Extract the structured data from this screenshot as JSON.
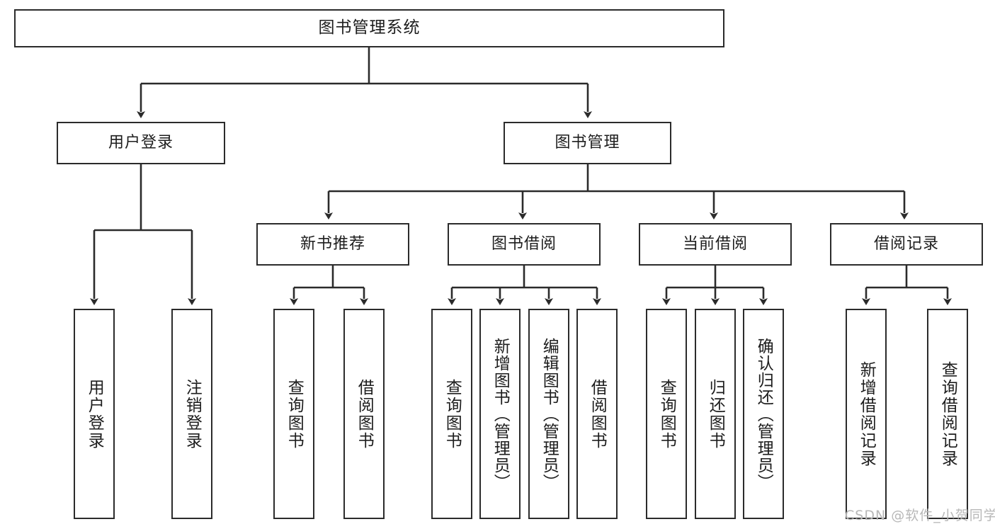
{
  "diagram": {
    "title": "图书管理系统",
    "type": "tree-hierarchy-chart",
    "orientation": "top-down",
    "watermark": "CSDN @软件_小贺同学",
    "colors": {
      "box_border": "#2b2b2b",
      "box_fill": "#ffffff",
      "edge": "#2b2b2b",
      "text": "#1d1d1d",
      "watermark": "#b8b8b8",
      "background": "#ffffff"
    }
  },
  "nodes": {
    "root": {
      "label": "图书管理系统"
    },
    "level1": [
      {
        "label": "用户登录"
      },
      {
        "label": "图书管理"
      }
    ],
    "level2": [
      {
        "label": "新书推荐"
      },
      {
        "label": "图书借阅"
      },
      {
        "label": "当前借阅"
      },
      {
        "label": "借阅记录"
      }
    ],
    "leaves": {
      "user_login": [
        {
          "label": "用户登录"
        },
        {
          "label": "注销登录"
        }
      ],
      "new_book_recommend": [
        {
          "label": "查询图书"
        },
        {
          "label": "借阅图书"
        }
      ],
      "book_borrow": [
        {
          "label": "查询图书"
        },
        {
          "label": "新增图书（管理员）"
        },
        {
          "label": "编辑图书（管理员）"
        },
        {
          "label": "借阅图书"
        }
      ],
      "current_borrow": [
        {
          "label": "查询图书"
        },
        {
          "label": "归还图书"
        },
        {
          "label": "确认归还（管理员）"
        }
      ],
      "borrow_record": [
        {
          "label": "新增借阅记录"
        },
        {
          "label": "查询借阅记录"
        }
      ]
    }
  }
}
